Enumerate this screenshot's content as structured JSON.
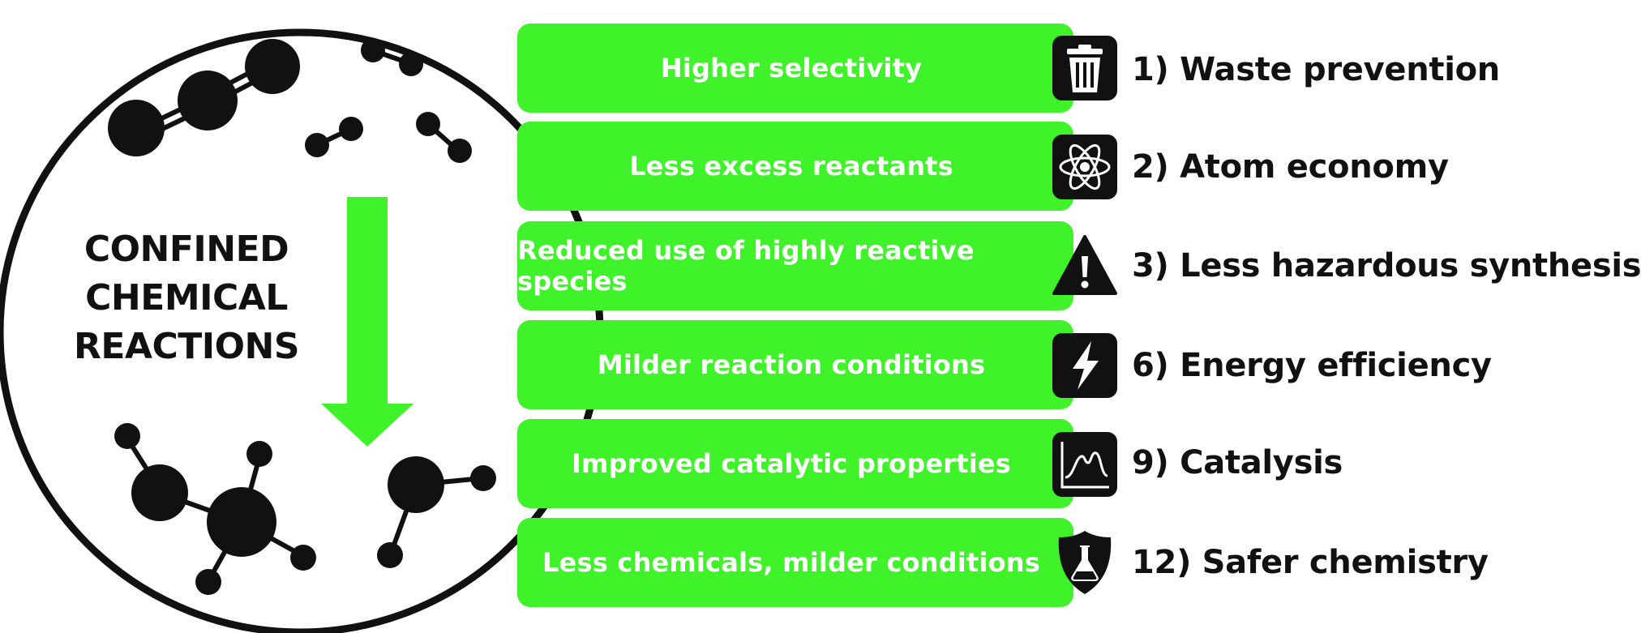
{
  "colors": {
    "accent_green": "#3ff22a",
    "ink": "#111111",
    "white": "#ffffff"
  },
  "circle": {
    "title_lines": [
      "CONFINED",
      "CHEMICAL",
      "REACTIONS"
    ],
    "arrow_color": "#3ff22a"
  },
  "rows": [
    {
      "benefit": "Higher selectivity",
      "principle": "1) Waste prevention",
      "icon": "trash-can-icon"
    },
    {
      "benefit": "Less excess reactants",
      "principle": "2) Atom economy",
      "icon": "atom-icon"
    },
    {
      "benefit": "Reduced use of highly reactive species",
      "principle": "3) Less hazardous synthesis",
      "icon": "warning-triangle-icon"
    },
    {
      "benefit": "Milder reaction conditions",
      "principle": "6) Energy efficiency",
      "icon": "lightning-bolt-icon"
    },
    {
      "benefit": "Improved catalytic properties",
      "principle": "9) Catalysis",
      "icon": "energy-profile-icon"
    },
    {
      "benefit": "Less chemicals, milder conditions",
      "principle": "12) Safer chemistry",
      "icon": "flask-shield-icon"
    }
  ]
}
